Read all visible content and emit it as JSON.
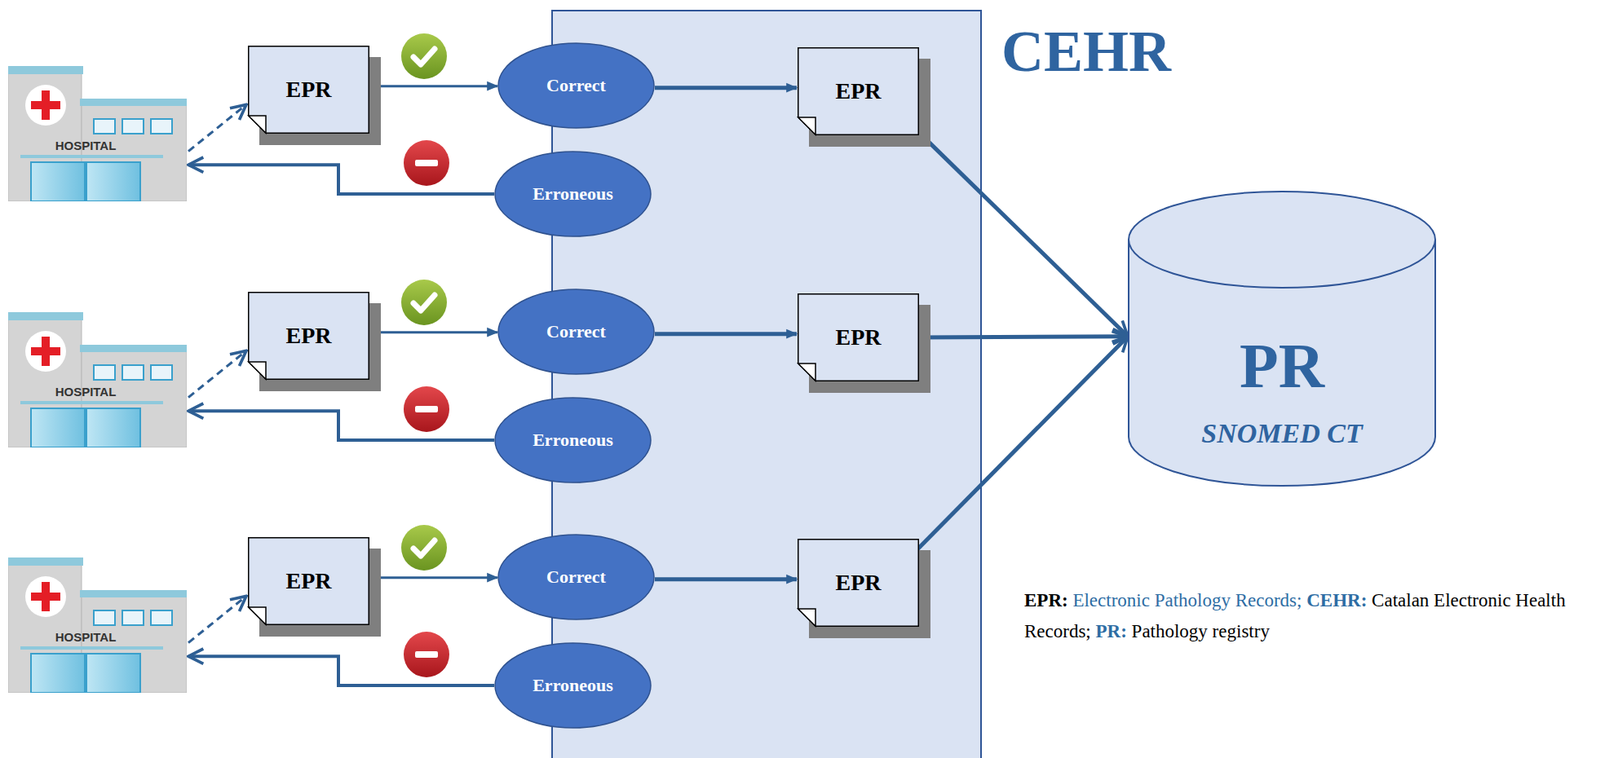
{
  "diagram": {
    "nodes": [
      {
        "text": [
          "CEHR"
        ]
      },
      {
        "text": [
          "HOSPITAL"
        ]
      },
      {
        "text": [
          "EPR"
        ]
      },
      {
        "text": [
          "Correct"
        ],
        "in": 0
      },
      {
        "text": [
          "Erroneous"
        ],
        "in": 0
      },
      {
        "text": [
          "EPR"
        ],
        "in": 0
      },
      {
        "text": [
          "HOSPITAL"
        ]
      },
      {
        "text": [
          "EPR"
        ]
      },
      {
        "text": [
          "Correct"
        ],
        "in": 0
      },
      {
        "text": [
          "Erroneous"
        ],
        "in": 0
      },
      {
        "text": [
          "EPR"
        ],
        "in": 0
      },
      {
        "text": [
          "HOSPITAL"
        ]
      },
      {
        "text": [
          "EPR"
        ]
      },
      {
        "text": [
          "Correct"
        ],
        "in": 0
      },
      {
        "text": [
          "Erroneous"
        ],
        "in": 0
      },
      {
        "text": [
          "EPR"
        ],
        "in": 0
      },
      {
        "text": [
          "PR",
          "SNOMED CT"
        ]
      }
    ],
    "edges": [
      {
        "from": 1,
        "to": 2,
        "arrow": "to"
      },
      {
        "from": 2,
        "to": 3,
        "arrow": "to"
      },
      {
        "from": 3,
        "to": 5,
        "arrow": "to"
      },
      {
        "from": 4,
        "to": 1,
        "arrow": "to"
      },
      {
        "from": 5,
        "to": 16,
        "arrow": "to"
      },
      {
        "from": 6,
        "to": 7,
        "arrow": "to"
      },
      {
        "from": 7,
        "to": 8,
        "arrow": "to"
      },
      {
        "from": 8,
        "to": 10,
        "arrow": "to"
      },
      {
        "from": 9,
        "to": 6,
        "arrow": "to"
      },
      {
        "from": 10,
        "to": 16,
        "arrow": "to"
      },
      {
        "from": 11,
        "to": 12,
        "arrow": "to"
      },
      {
        "from": 12,
        "to": 13,
        "arrow": "to"
      },
      {
        "from": 13,
        "to": 15,
        "arrow": "to"
      },
      {
        "from": 14,
        "to": 11,
        "arrow": "to"
      },
      {
        "from": 15,
        "to": 16,
        "arrow": "to"
      }
    ],
    "labels": [
      "EPR:",
      "Electronic Pathology Records;",
      "CEHR:",
      "Catalan Electronic Health Records;",
      "PR:",
      "Pathology registry"
    ]
  }
}
